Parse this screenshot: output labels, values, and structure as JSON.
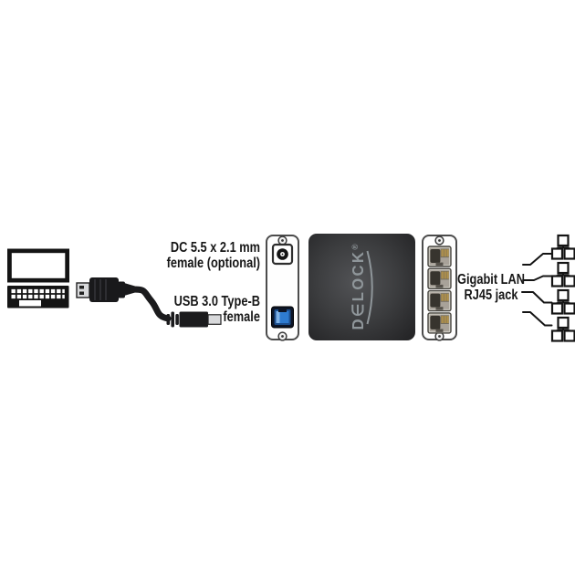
{
  "page": {
    "background": "#ffffff",
    "type": "product-connection-diagram"
  },
  "labels": {
    "dc": {
      "line1": "DC 5.5 x 2.1 mm",
      "line2": "female (optional)"
    },
    "usb": {
      "line1": "USB 3.0 Type-B",
      "line2": "female"
    },
    "lan": {
      "line1": "Gigabit LAN",
      "line2": "RJ45 jack"
    }
  },
  "device": {
    "brand": "D∈LOCK",
    "registered_mark": "®",
    "lan_port_count": 4,
    "network_icon_count": 4
  },
  "colors": {
    "device_body": "#3f4042",
    "logo_text": "#8f969a",
    "usb3_blue": "#2e7bd0",
    "rj45_gold": "#c89e43",
    "outline": "#1a1a1a"
  },
  "icons": [
    {
      "name": "laptop-icon"
    },
    {
      "name": "usb-a-plug-icon"
    },
    {
      "name": "usb-b-plug-icon"
    },
    {
      "name": "dc-jack-icon"
    },
    {
      "name": "usb-b-port-icon"
    },
    {
      "name": "rj45-jack-icon"
    },
    {
      "name": "network-tree-icon"
    }
  ]
}
